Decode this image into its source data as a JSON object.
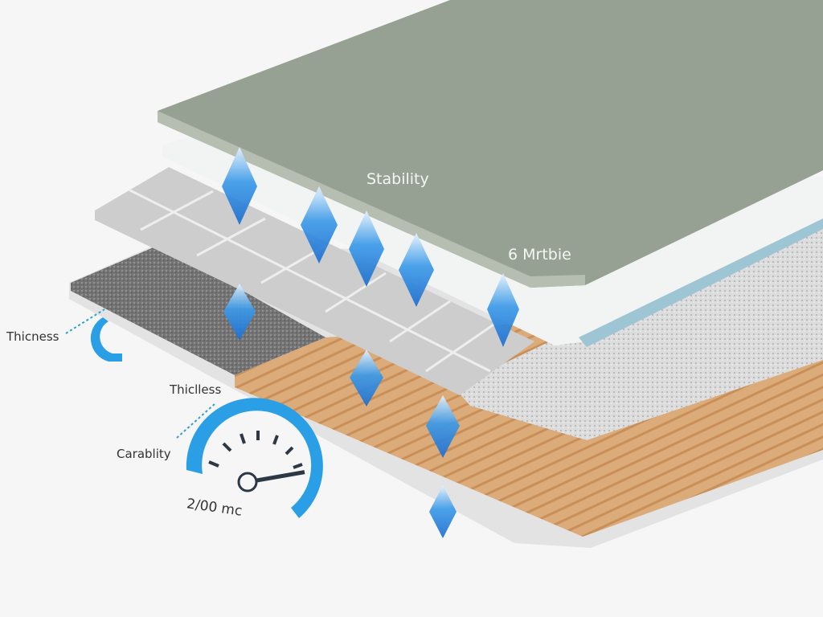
{
  "labels": {
    "top_layer": "Stability",
    "top_layer_edge": "6 Mrtbie",
    "left_thickness": "Thicness",
    "mid_thickness": "Thiclless",
    "capability": "Carablity",
    "gauge_value": "2/00 mc"
  },
  "colors": {
    "top_green": "#97a193",
    "accent_blue": "#2b9fe6",
    "wood": "#d9a978",
    "tile": "#cfcfcf",
    "carpet": "#6f6f6f"
  },
  "gauge": {
    "needle_fraction": 0.9
  }
}
